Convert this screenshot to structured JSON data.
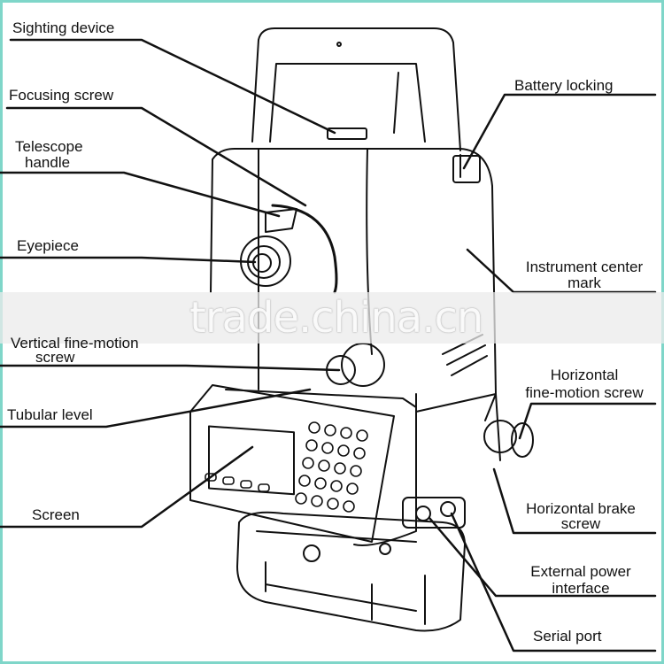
{
  "labels": {
    "sighting_device": "Sighting device",
    "focusing_screw": "Focusing screw",
    "telescope_handle_1": "Telescope",
    "telescope_handle_2": "handle",
    "eyepiece": "Eyepiece",
    "vertical_fine_motion_1": "Vertical fine-motion",
    "vertical_fine_motion_2": "screw",
    "tubular_level": "Tubular level",
    "screen": "Screen",
    "battery_locking": "Battery locking",
    "instrument_center_1": "Instrument center",
    "instrument_center_2": "mark",
    "horizontal_fine_motion_1": "Horizontal",
    "horizontal_fine_motion_2": "fine-motion screw",
    "horizontal_brake_1": "Horizontal brake",
    "horizontal_brake_2": "screw",
    "external_power_1": "External power",
    "external_power_2": "interface",
    "serial_port": "Serial port"
  },
  "watermark": "trade.china.cn",
  "colors": {
    "frame": "#7fd6c9",
    "line": "#111111"
  }
}
